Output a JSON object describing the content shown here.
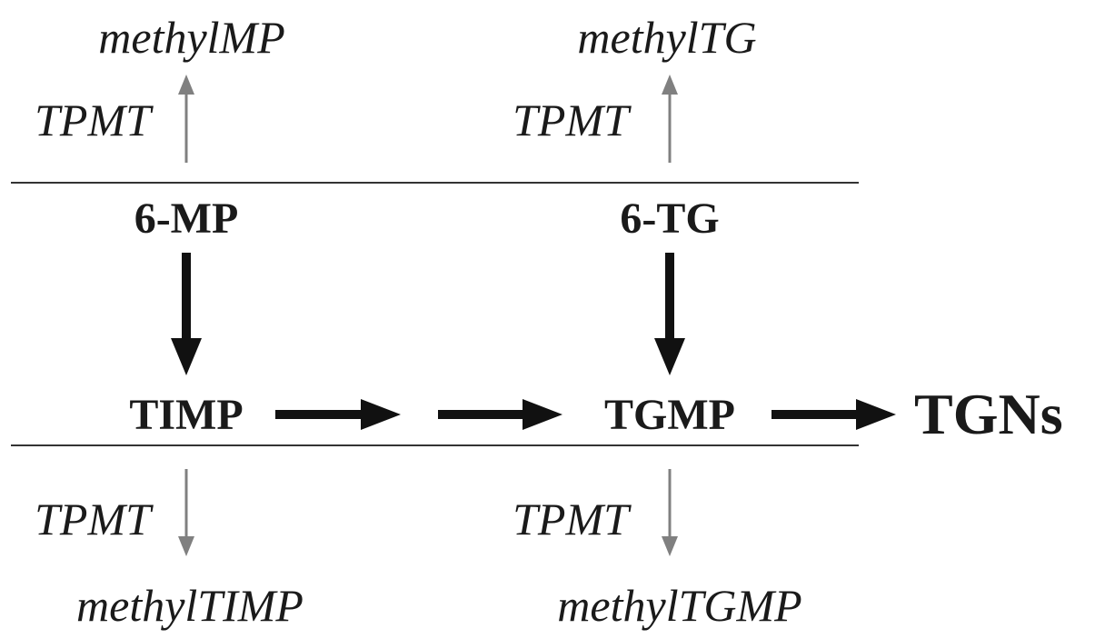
{
  "nodes": {
    "methyl_mp": "methylMP",
    "methyl_tg": "methylTG",
    "enzyme_top_left": "TPMT",
    "enzyme_top_right": "TPMT",
    "six_mp": "6-MP",
    "six_tg": "6-TG",
    "timp": "TIMP",
    "tgmp": "TGMP",
    "tgns": "TGNs",
    "enzyme_bottom_left": "TPMT",
    "enzyme_bottom_right": "TPMT",
    "methyl_timp": "methylTIMP",
    "methyl_tgmp": "methylTGMP"
  },
  "colors": {
    "main_arrow": "#111111",
    "methylation_arrow": "#808080",
    "separator_line": "#333333",
    "text": "#1a1a1a"
  }
}
